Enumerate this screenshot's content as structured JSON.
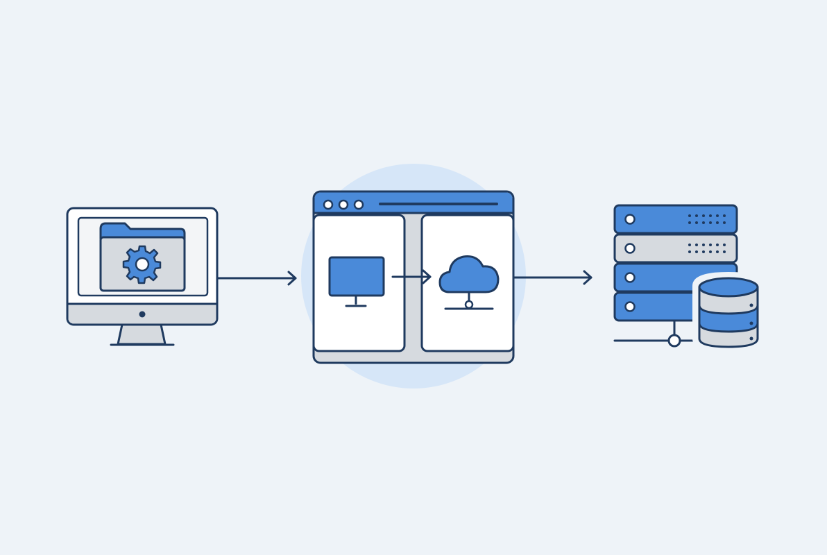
{
  "diagram": {
    "nodes": [
      {
        "id": "workstation",
        "icon": "monitor-folder-gear-icon"
      },
      {
        "id": "app-window",
        "icon": "browser-window-split-icon",
        "panes": [
          {
            "id": "local-pane",
            "icon": "desktop-monitor-icon"
          },
          {
            "id": "cloud-pane",
            "icon": "cloud-network-icon"
          }
        ]
      },
      {
        "id": "data-center",
        "icon": "server-rack-database-icon"
      }
    ],
    "edges": [
      {
        "from": "workstation",
        "to": "app-window"
      },
      {
        "from": "local-pane",
        "to": "cloud-pane"
      },
      {
        "from": "app-window",
        "to": "data-center"
      }
    ]
  },
  "colors": {
    "background": "#eef3f8",
    "outline": "#1f3a5f",
    "accent": "#4a8ad9",
    "accent_light": "#d6e6f8",
    "fill_gray": "#d6dadf",
    "fill_white": "#ffffff"
  }
}
